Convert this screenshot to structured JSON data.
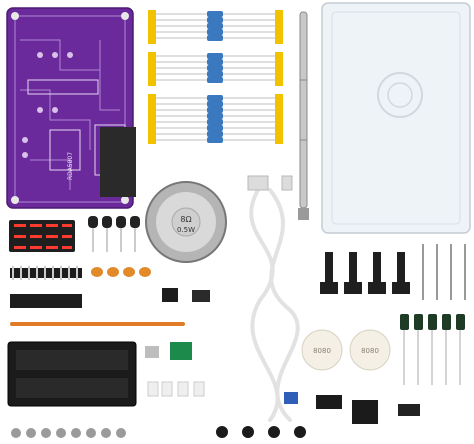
{
  "kit": {
    "pcb_label": "RDA5807",
    "speaker_line1": "8Ω",
    "speaker_line2": "0.5W",
    "tape_label_1": "8080",
    "tape_label_2": "8080"
  },
  "colors": {
    "pcb": "#6a2a9b",
    "resistor_band": "#3a78c0",
    "yellow_tape": "#f2c200",
    "led_segment": "#ff3b30",
    "orange_cap": "#e08a2a",
    "white_bg": "#ffffff"
  }
}
